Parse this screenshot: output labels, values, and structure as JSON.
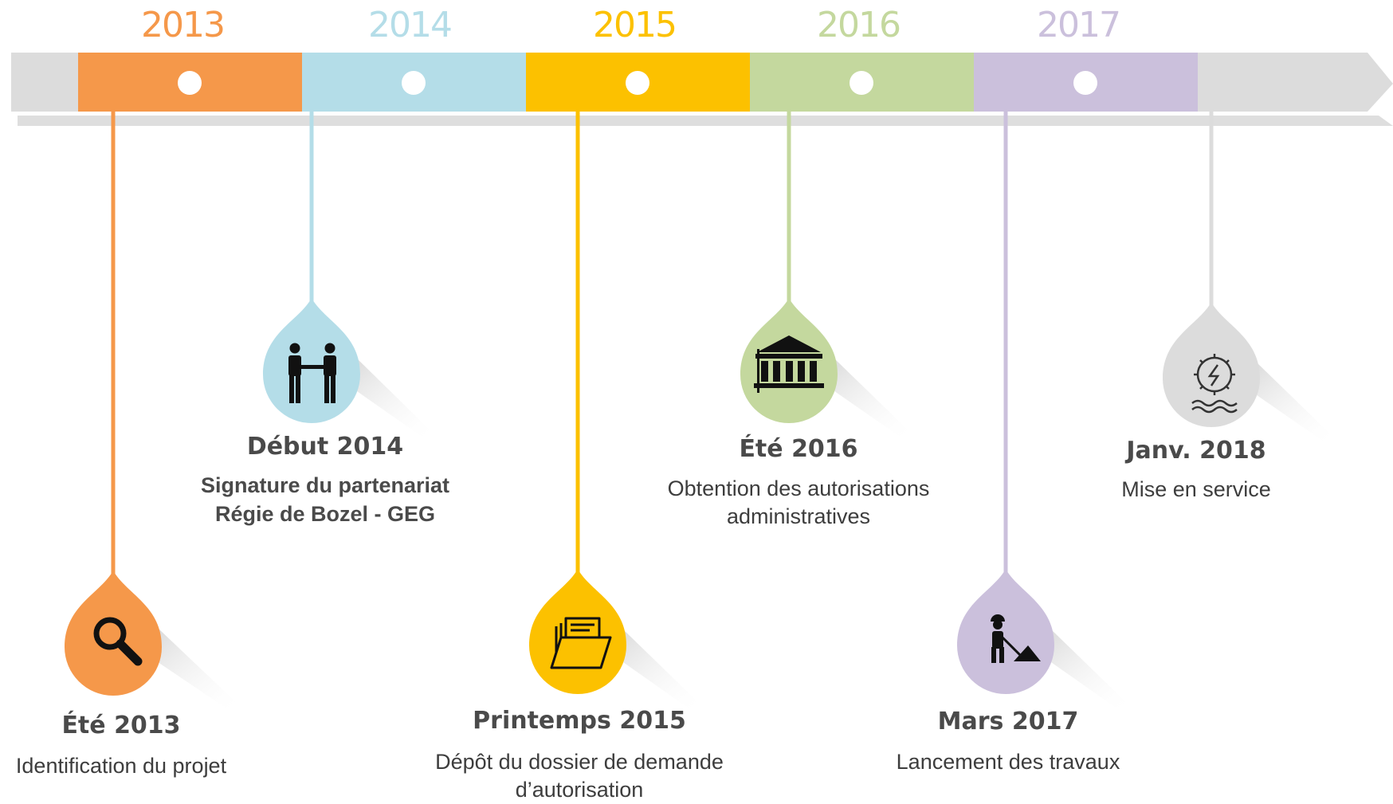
{
  "colors": {
    "arrow_grey": "#dcdcdc",
    "y2013": "#f5984a",
    "y2014": "#b4dde8",
    "y2015": "#fcc100",
    "y2016": "#c4d89e",
    "y2017": "#cbc0dc",
    "text_dark": "#4a4a4a"
  },
  "timeline": {
    "years": [
      "2013",
      "2014",
      "2015",
      "2016",
      "2017"
    ]
  },
  "milestones": [
    {
      "date": "Été 2013",
      "description": "Identification du projet",
      "icon": "magnifier-icon"
    },
    {
      "date": "Début 2014",
      "description_line1": "Signature du partenariat",
      "description_line2": "Régie de Bozel - GEG",
      "icon": "handshake-people-icon"
    },
    {
      "date": "Printemps 2015",
      "description_line1": "Dépôt du dossier de demande",
      "description_line2": "d’autorisation",
      "icon": "folder-documents-icon"
    },
    {
      "date": "Été 2016",
      "description_line1": "Obtention des autorisations",
      "description_line2": "administratives",
      "icon": "government-building-icon"
    },
    {
      "date": "Mars 2017",
      "description": "Lancement des travaux",
      "icon": "construction-worker-icon"
    },
    {
      "date": "Janv. 2018",
      "description": "Mise en service",
      "icon": "hydro-turbine-icon"
    }
  ]
}
